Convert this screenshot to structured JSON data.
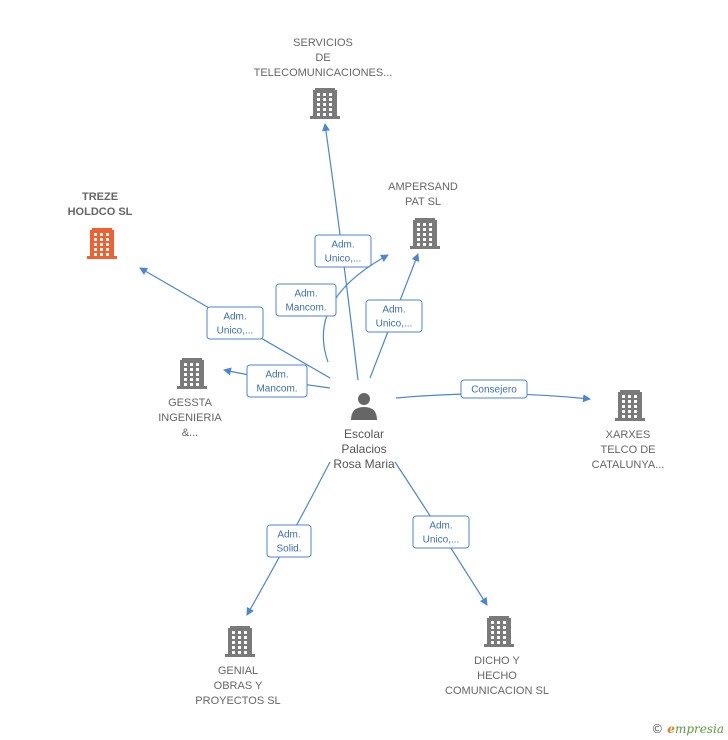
{
  "colors": {
    "edge": "#4a86d4",
    "building": "#7a7a7a",
    "building_highlight": "#f06030",
    "person": "#666666"
  },
  "center": {
    "icon": "person-icon",
    "label_lines": [
      "Escolar",
      "Palacios",
      "Rosa Maria"
    ]
  },
  "nodes": [
    {
      "id": "servicios",
      "icon": "building-icon",
      "highlight": false,
      "label_lines": [
        "SERVICIOS",
        "DE",
        "TELECOMUNICACIONES..."
      ]
    },
    {
      "id": "ampersand",
      "icon": "building-icon",
      "highlight": false,
      "label_lines": [
        "AMPERSAND",
        "PAT  SL"
      ]
    },
    {
      "id": "treze",
      "icon": "building-icon",
      "highlight": true,
      "label_lines": [
        "TREZE",
        "HOLDCO  SL"
      ]
    },
    {
      "id": "gessta",
      "icon": "building-icon",
      "highlight": false,
      "label_lines": [
        "GESSTA",
        "INGENIERIA",
        "&..."
      ]
    },
    {
      "id": "xarxes",
      "icon": "building-icon",
      "highlight": false,
      "label_lines": [
        "XARXES",
        "TELCO DE",
        "CATALUNYA..."
      ]
    },
    {
      "id": "genial",
      "icon": "building-icon",
      "highlight": false,
      "label_lines": [
        "GENIAL",
        "OBRAS Y",
        "PROYECTOS SL"
      ]
    },
    {
      "id": "dicho",
      "icon": "building-icon",
      "highlight": false,
      "label_lines": [
        "DICHO Y",
        "HECHO",
        "COMUNICACION SL"
      ]
    }
  ],
  "edges": [
    {
      "target": "servicios",
      "label_lines": [
        "Adm.",
        "Unico,..."
      ]
    },
    {
      "target": "ampersand",
      "label_lines": [
        "Adm.",
        "Unico,..."
      ]
    },
    {
      "target": "treze",
      "label_lines": [
        "Adm.",
        "Mancom."
      ]
    },
    {
      "target": "treze",
      "label_lines": [
        "Adm.",
        "Unico,..."
      ]
    },
    {
      "target": "gessta",
      "label_lines": [
        "Adm.",
        "Mancom."
      ]
    },
    {
      "target": "xarxes",
      "label_lines": [
        "Consejero"
      ]
    },
    {
      "target": "genial",
      "label_lines": [
        "Adm.",
        "Solid."
      ]
    },
    {
      "target": "dicho",
      "label_lines": [
        "Adm.",
        "Unico,..."
      ]
    }
  ],
  "footer": {
    "copyright": "©",
    "brand_e": "e",
    "brand_rest": "mpresia"
  }
}
